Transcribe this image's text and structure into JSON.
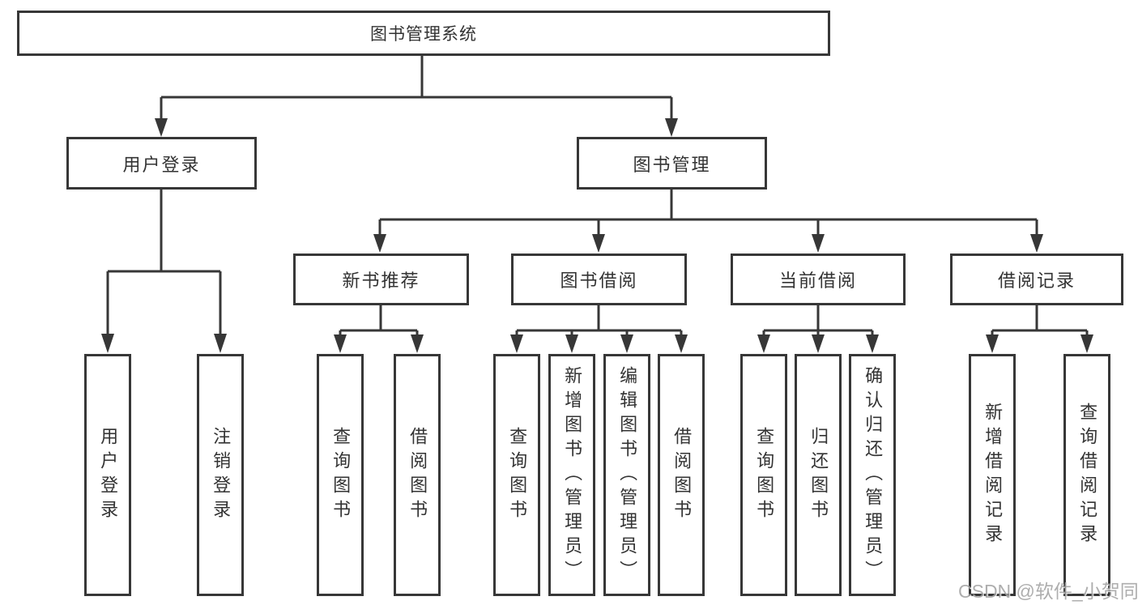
{
  "colors": {
    "line": "#373737",
    "box_border": "#373737",
    "text": "#333333",
    "background": "#ffffff",
    "watermark": "#a0a0a0"
  },
  "watermark": "CSDN @软件_小贺同学",
  "tree": {
    "root": {
      "label": "图书管理系统"
    },
    "user_login": {
      "label": "用户登录",
      "children": [
        {
          "label": "用户登录"
        },
        {
          "label": "注销登录"
        }
      ]
    },
    "book_mgmt": {
      "label": "图书管理",
      "children": [
        {
          "label": "新书推荐",
          "children": [
            {
              "label": "查询图书"
            },
            {
              "label": "借阅图书"
            }
          ]
        },
        {
          "label": "图书借阅",
          "children": [
            {
              "label": "查询图书"
            },
            {
              "label": "新增图书（管理员）"
            },
            {
              "label": "编辑图书（管理员）"
            },
            {
              "label": "借阅图书"
            }
          ]
        },
        {
          "label": "当前借阅",
          "children": [
            {
              "label": "查询图书"
            },
            {
              "label": "归还图书"
            },
            {
              "label": "确认归还（管理员）"
            }
          ]
        },
        {
          "label": "借阅记录",
          "children": [
            {
              "label": "新增借阅记录"
            },
            {
              "label": "查询借阅记录"
            }
          ]
        }
      ]
    }
  }
}
